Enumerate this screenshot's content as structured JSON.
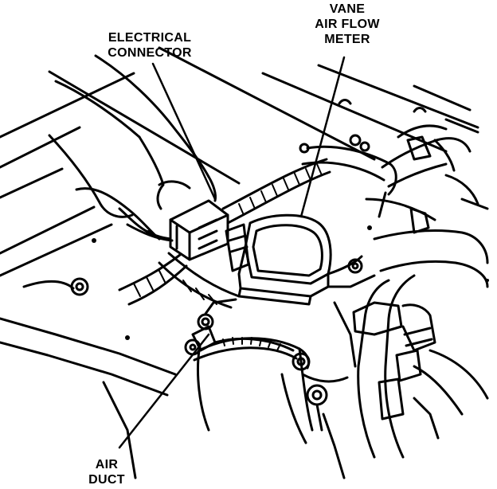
{
  "labels": {
    "electrical_connector": [
      "ELECTRICAL",
      "CONNECTOR"
    ],
    "vane_air_flow_meter": [
      "VANE",
      "AIR FLOW",
      "METER"
    ],
    "air_duct": [
      "AIR",
      "DUCT"
    ]
  },
  "colors": {
    "ink": "#000000",
    "paper": "#ffffff"
  }
}
